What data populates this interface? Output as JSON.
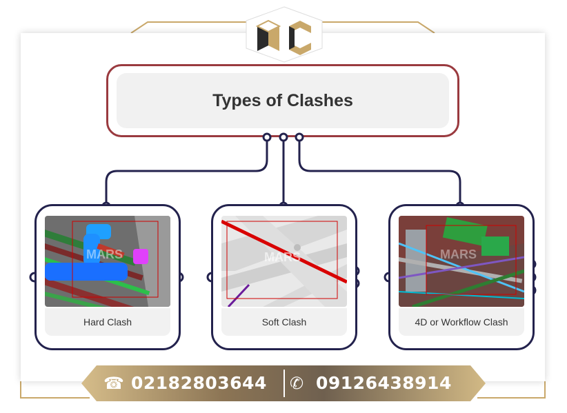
{
  "title": "Types of Clashes",
  "clashes": [
    {
      "label": "Hard Clash",
      "watermark": "MARS"
    },
    {
      "label": "Soft Clash",
      "watermark": "MARS"
    },
    {
      "label": "4D or Workflow Clash",
      "watermark": "MARS"
    }
  ],
  "contact": {
    "phone_icon": "telephone-icon",
    "phone_1": "02182803644",
    "mobile_icon": "phone-call-icon",
    "phone_2": "09126438914"
  },
  "colors": {
    "title_border": "#9a3a3f",
    "card_border": "#23224d",
    "gold": "#c9a86a",
    "banner_dark": "#8a7558"
  }
}
